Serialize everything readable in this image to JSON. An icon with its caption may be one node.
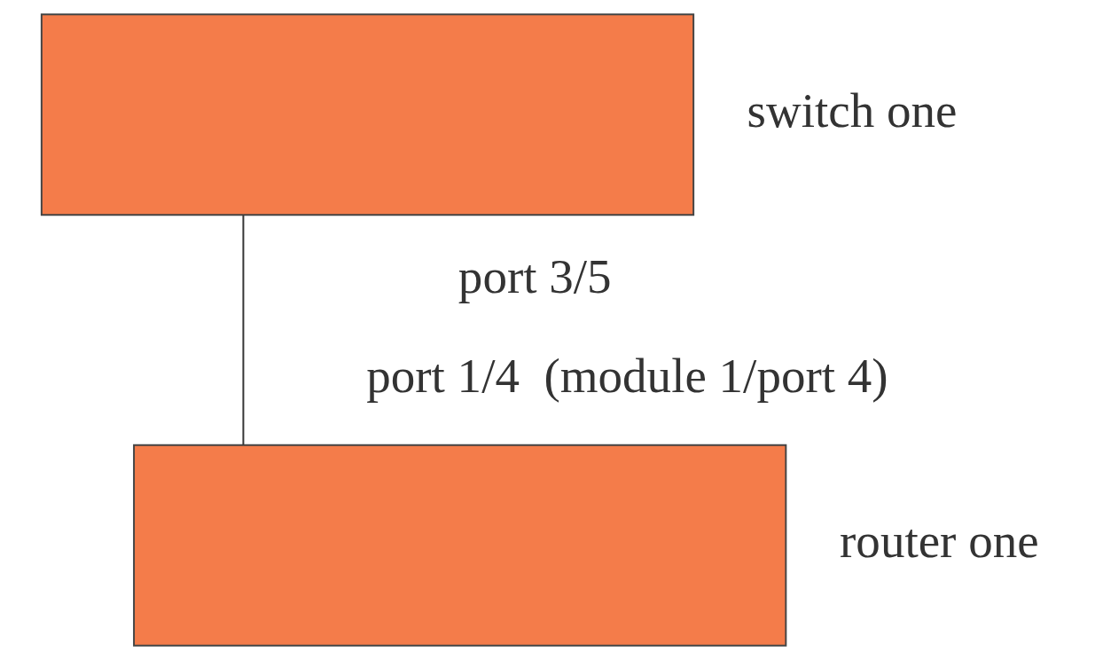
{
  "diagram": {
    "nodes": [
      {
        "text": [],
        "shape": "box",
        "beside": [
          "switch one"
        ]
      },
      {
        "text": [],
        "shape": "box",
        "beside": [
          "router one"
        ]
      }
    ],
    "edges": [
      {
        "from": 0,
        "to": 1,
        "arrow": "none"
      }
    ],
    "labels": [
      "port 3/5",
      "port 1/4  (module 1/port 4)"
    ]
  }
}
